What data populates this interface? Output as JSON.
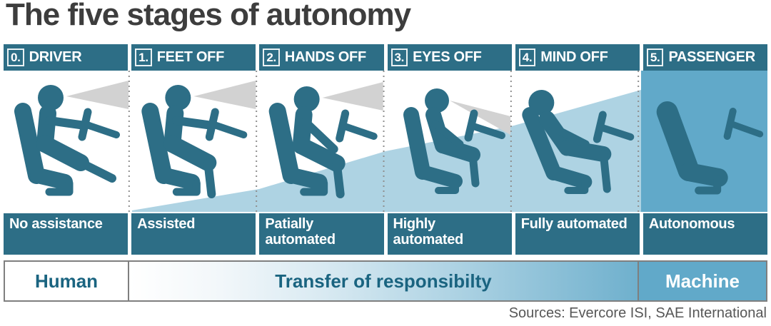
{
  "title": "The five stages of autonomy",
  "source": "Sources: Evercore ISI, SAE International",
  "colors": {
    "teal": "#2d6e86",
    "stage5_blue": "#61a9c9",
    "wedge_blue": "#aed3e3",
    "cone_gray": "#d2d2d2",
    "title_gray": "#3d3d3d",
    "source_gray": "#575757",
    "bar_border_gray": "#7f7f7f",
    "human_text": "#1a6480",
    "divider_gray": "#8f8f8f"
  },
  "stages": [
    {
      "number": "0.",
      "header": "DRIVER",
      "label": "No assistance",
      "icon": "driver-hands-on-wheel-figure"
    },
    {
      "number": "1.",
      "header": "FEET OFF",
      "label": "Assisted",
      "icon": "driver-feet-off-figure"
    },
    {
      "number": "2.",
      "header": "HANDS OFF",
      "label": "Patially automated",
      "icon": "driver-hands-off-figure"
    },
    {
      "number": "3.",
      "header": "EYES OFF",
      "label": "Highly automated",
      "icon": "driver-eyes-off-figure"
    },
    {
      "number": "4.",
      "header": "MIND OFF",
      "label": "Fully automated",
      "icon": "driver-mind-off-figure"
    },
    {
      "number": "5.",
      "header": "PASSENGER",
      "label": "Autonomous",
      "icon": "empty-seat-figure"
    }
  ],
  "bottom_bar": {
    "left": "Human",
    "middle": "Transfer of responsibilty",
    "right": "Machine"
  }
}
